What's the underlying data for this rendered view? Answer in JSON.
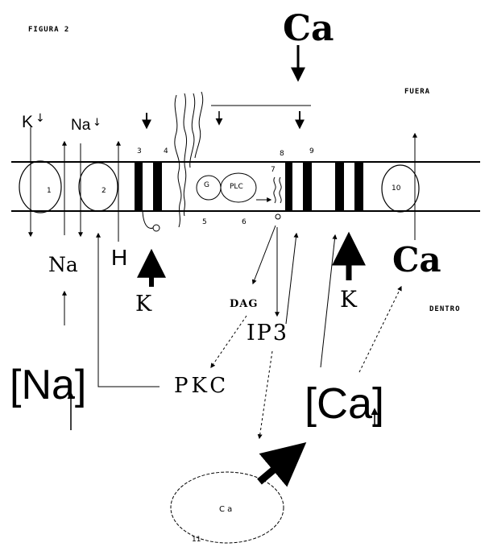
{
  "figure_label": "FIGURA 2",
  "side_labels": {
    "outside": "FUERA",
    "inside": "DENTRO"
  },
  "top_ions": {
    "potassium": "K",
    "sodium": "Na",
    "calcium_top": "Ca"
  },
  "membrane_numbers": [
    "1",
    "2",
    "3",
    "4",
    "5",
    "6",
    "7",
    "8",
    "9",
    "10",
    "11"
  ],
  "proteins": {
    "g_protein": "G",
    "plc": "PLC"
  },
  "ions_inside": {
    "na": "Na",
    "h": "H",
    "k_left": "K",
    "k_right": "K",
    "ca_right": "Ca"
  },
  "messengers": {
    "dag": "DAG",
    "ip3": "IP3",
    "pkc": "PKC"
  },
  "concentrations": {
    "na": "[Na]",
    "ca": "[Ca]"
  },
  "store_label": "C a",
  "colors": {
    "ink": "#000000",
    "background": "#ffffff"
  }
}
